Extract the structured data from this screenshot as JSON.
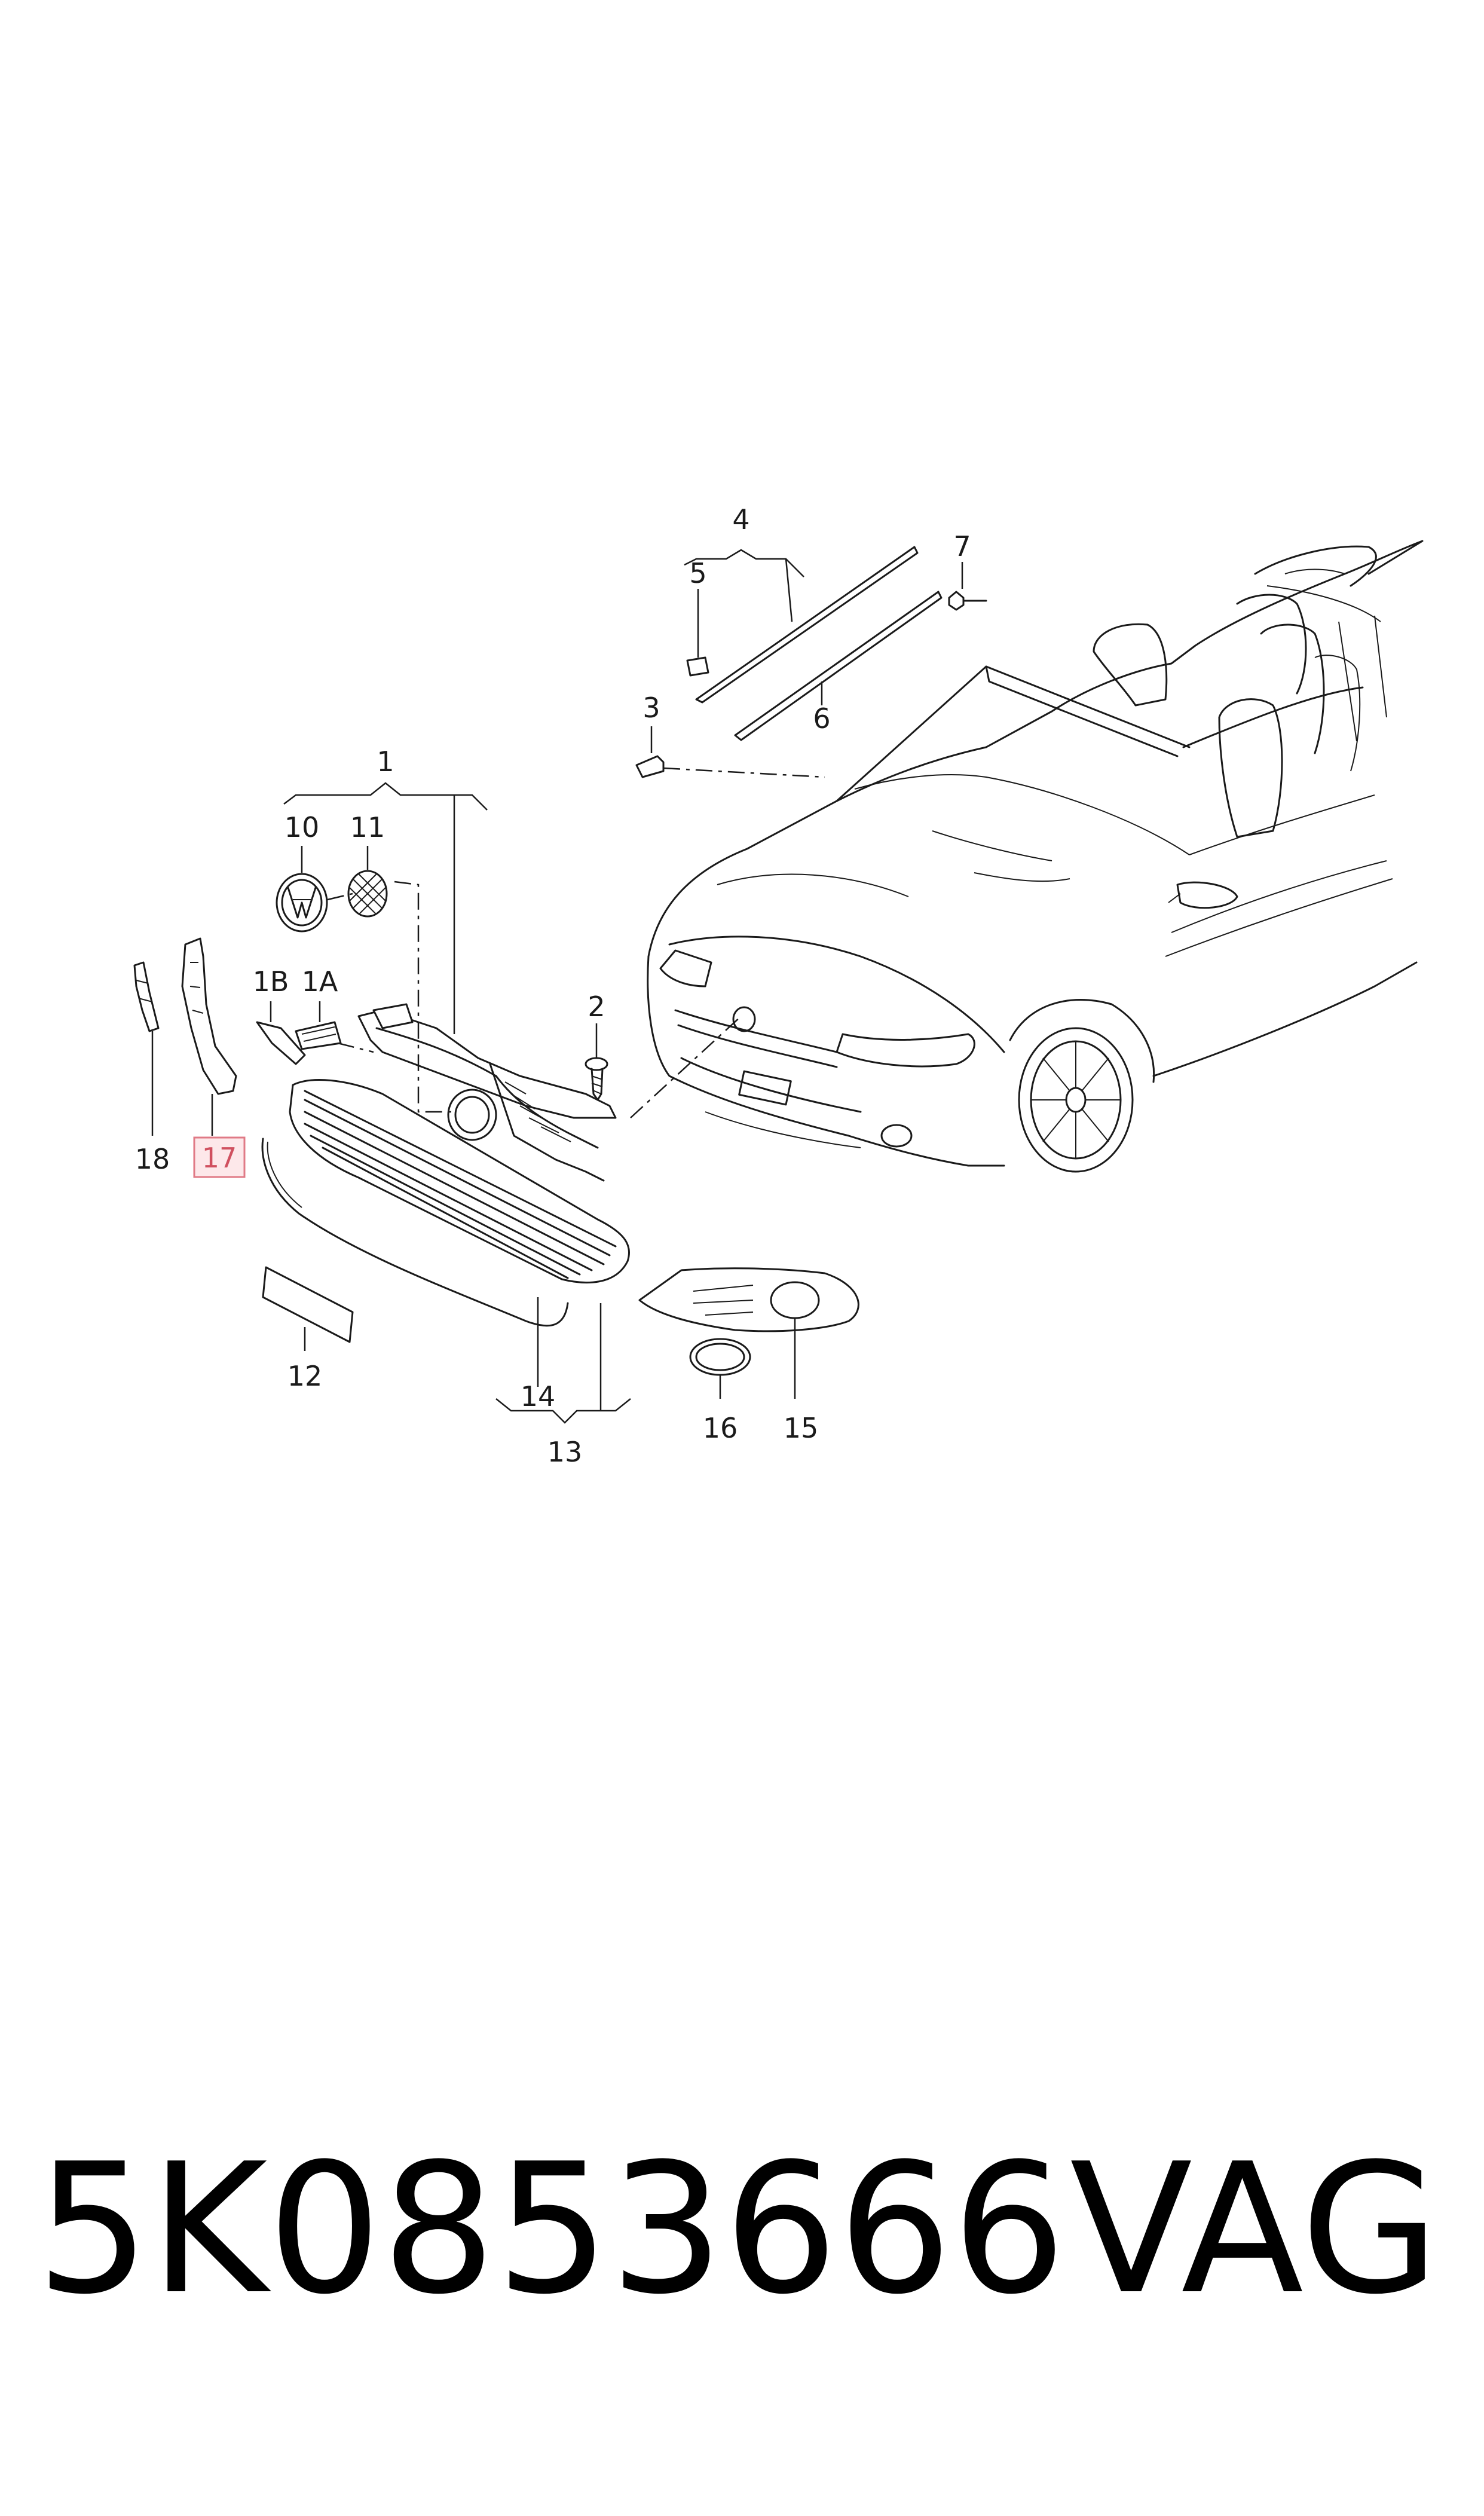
{
  "diagram": {
    "labels": {
      "1": "1",
      "1A": "1A",
      "1B": "1B",
      "2": "2",
      "3": "3",
      "4": "4",
      "5": "5",
      "6": "6",
      "7": "7",
      "10": "10",
      "11": "11",
      "12": "12",
      "13": "13",
      "14": "14",
      "15": "15",
      "16": "16",
      "17": "17",
      "18": "18"
    },
    "highlighted_label": "17",
    "highlight_color": "#e07a86"
  },
  "footer": {
    "part_number": "5K0853666",
    "brand": "VAG"
  }
}
